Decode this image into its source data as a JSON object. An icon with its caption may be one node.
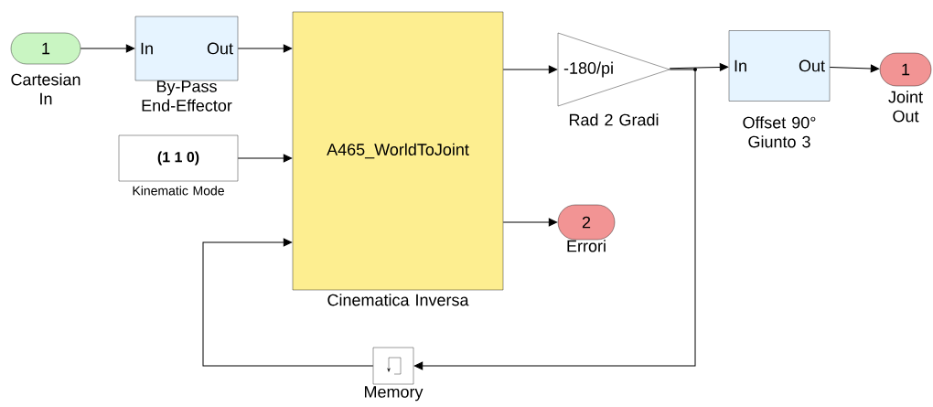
{
  "diagram": {
    "nodes": [
      {
        "text": [
          "1"
        ],
        "beside": [
          "Cartesian In"
        ]
      },
      {
        "text": [
          "In",
          "Out"
        ],
        "beside": [
          "By-Pass End-Effector"
        ]
      },
      {
        "text": [
          "(1 1 0)"
        ],
        "beside": [
          "Kinematic Mode"
        ]
      },
      {
        "text": [
          "A465_WorldToJoint"
        ],
        "beside": [
          "Cinematica Inversa"
        ]
      },
      {
        "text": [
          "-180/pi"
        ],
        "beside": [
          "Rad 2 Gradi"
        ]
      },
      {
        "text": [
          "In",
          "Out"
        ],
        "beside": [
          "Offset 90° Giunto 3"
        ]
      },
      {
        "text": [
          "1"
        ],
        "beside": [
          "Joint Out"
        ]
      },
      {
        "text": [
          "2"
        ],
        "beside": [
          "Errori"
        ]
      },
      {
        "text": [],
        "shape": "box",
        "beside": [
          "Memory"
        ]
      }
    ],
    "edges": [
      {
        "from": 0,
        "to": 1,
        "arrow": "to"
      },
      {
        "from": 1,
        "to": 3,
        "arrow": "to"
      },
      {
        "from": 2,
        "to": 3,
        "arrow": "to"
      },
      {
        "from": 3,
        "to": 4,
        "arrow": "to"
      },
      {
        "from": 4,
        "to": 5,
        "arrow": "to"
      },
      {
        "from": 5,
        "to": 6,
        "arrow": "to"
      },
      {
        "from": 3,
        "to": 7,
        "arrow": "to"
      },
      {
        "from": 4,
        "to": 8,
        "arrow": "to"
      },
      {
        "from": 8,
        "to": 3,
        "arrow": "to"
      }
    ]
  }
}
